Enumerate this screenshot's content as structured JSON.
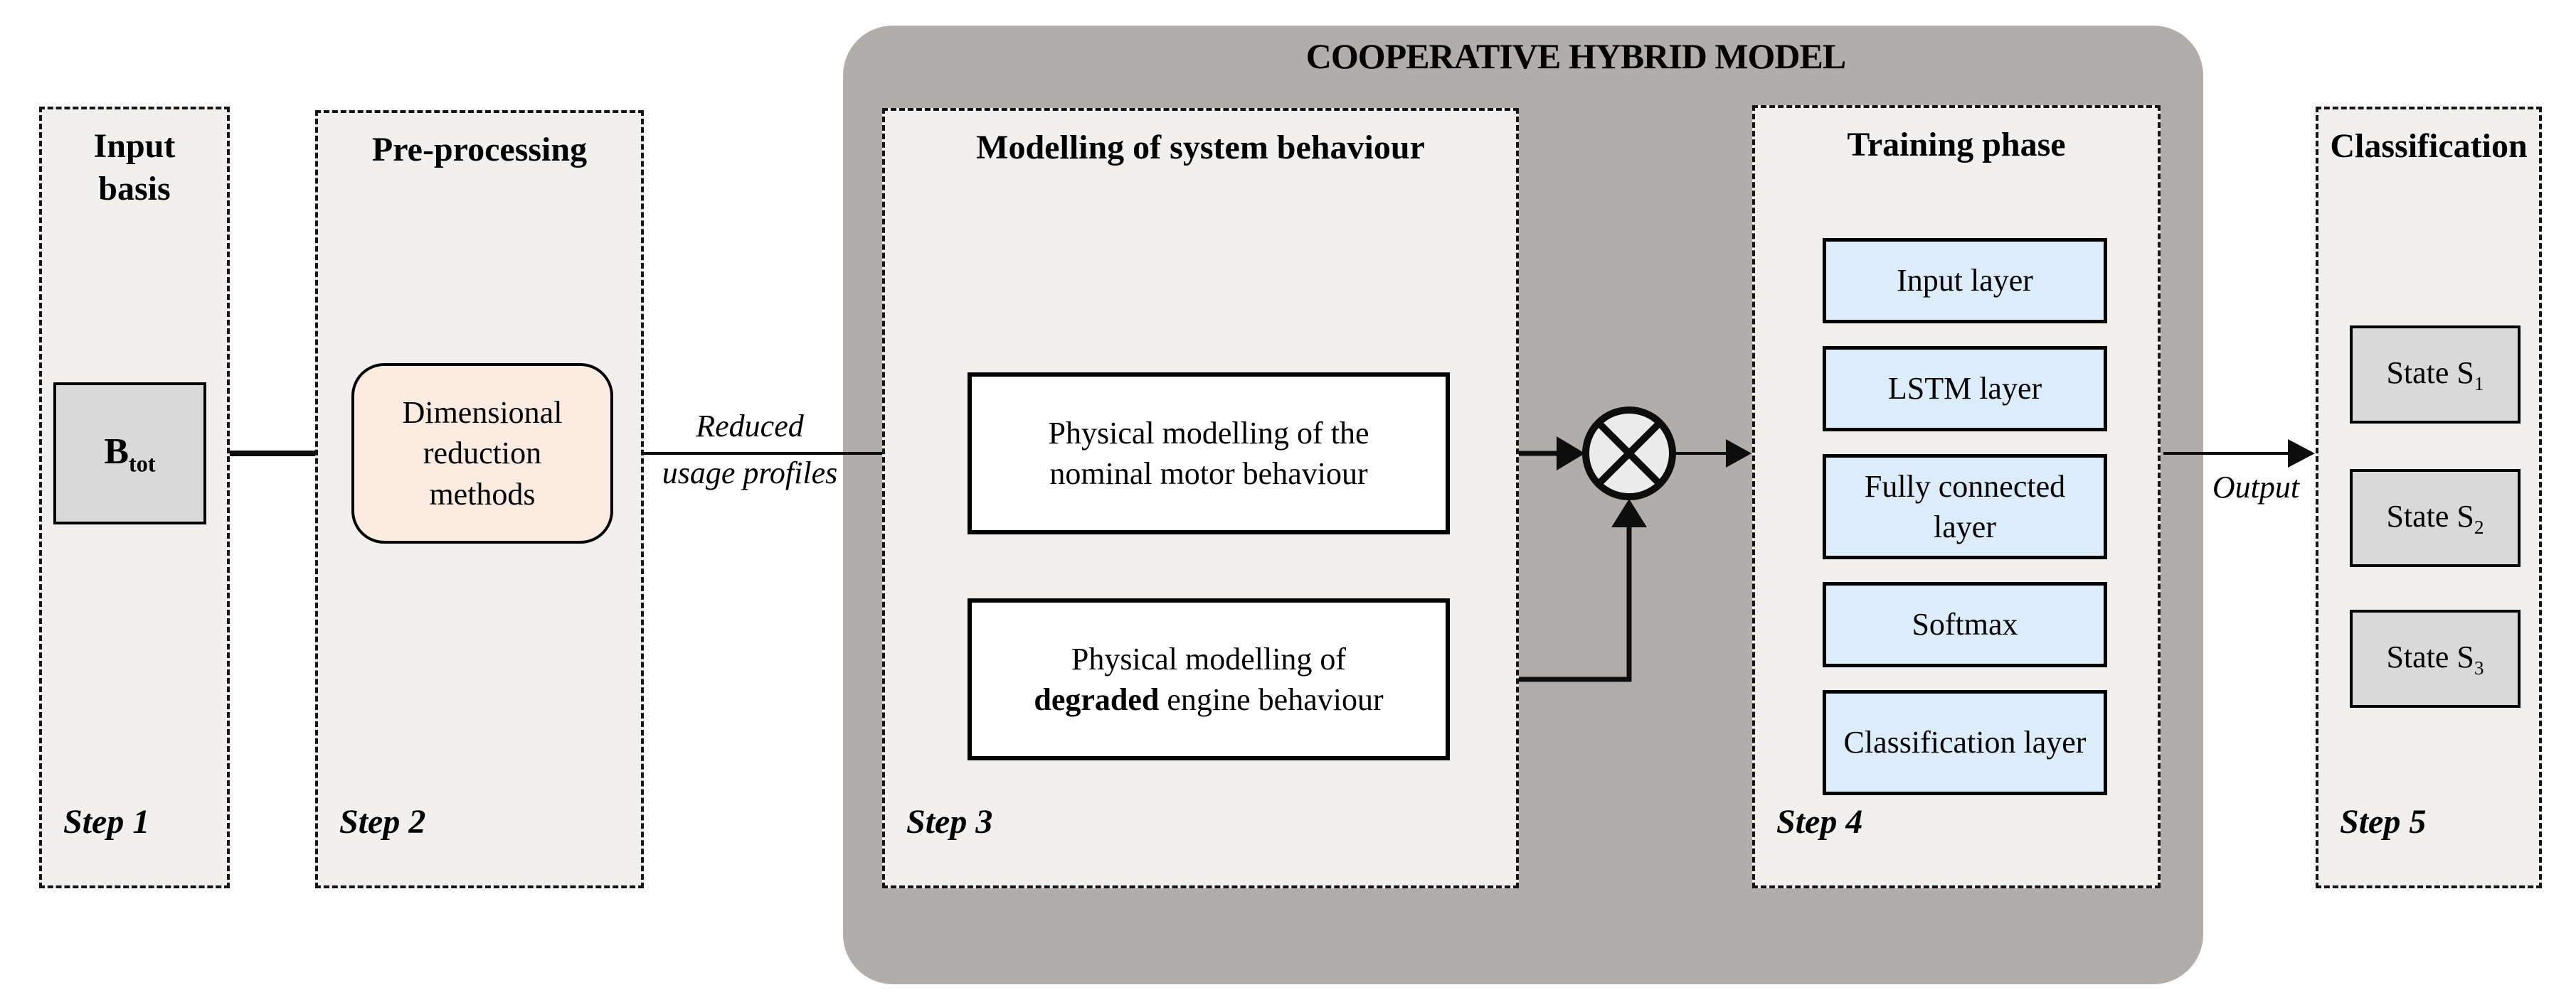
{
  "diagram_title": "COOPERATIVE HYBRID MODEL",
  "colors": {
    "container_gray": "#b0adaa",
    "panel_bg": "#f1f0ee",
    "box_gray": "#d9d9d9",
    "box_blue": "#dcecfa",
    "box_pink": "#fcebe1",
    "line_black": "#0d0d0d"
  },
  "panels": {
    "input": {
      "title_lines": [
        "Input",
        "basis"
      ],
      "step": "Step 1",
      "box": {
        "main": "B",
        "sub": "tot"
      }
    },
    "preprocessing": {
      "title": "Pre-processing",
      "step": "Step 2",
      "box_lines": [
        "Dimensional",
        "reduction",
        "methods"
      ]
    },
    "modelling": {
      "title": "Modelling of system behaviour",
      "step": "Step 3",
      "nominal_lines": [
        "Physical modelling of the",
        "nominal motor behaviour"
      ],
      "degraded": {
        "line1": "Physical modelling of",
        "bold": "degraded",
        "rest": " engine behaviour"
      }
    },
    "training": {
      "title": "Training phase",
      "step": "Step 4",
      "layers": [
        "Input layer",
        "LSTM layer",
        "Fully connected layer",
        "Softmax",
        "Classification layer"
      ]
    },
    "classification": {
      "title": "Classification",
      "step": "Step 5",
      "states": [
        {
          "label": "State S",
          "sub": "1"
        },
        {
          "label": "State S",
          "sub": "2"
        },
        {
          "label": "State S",
          "sub": "3"
        }
      ]
    }
  },
  "flow_labels": {
    "reduced_line1": "Reduced",
    "reduced_line2": "usage profiles",
    "output": "Output"
  }
}
